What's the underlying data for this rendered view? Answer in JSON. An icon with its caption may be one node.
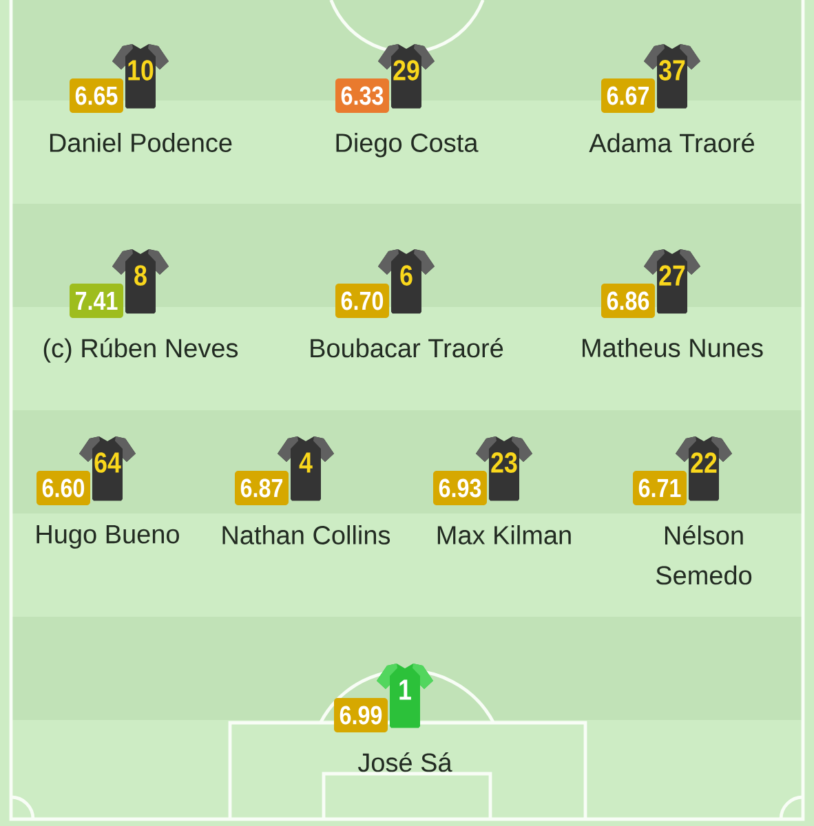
{
  "diagram": {
    "nodes": [
      {
        "text": [
          "10"
        ],
        "beside": [
          "Daniel Podence"
        ]
      },
      {
        "text": [
          "6.65"
        ]
      },
      {
        "text": [
          "29"
        ],
        "beside": [
          "Diego Costa"
        ]
      },
      {
        "text": [
          "6.33"
        ]
      },
      {
        "text": [
          "37"
        ],
        "beside": [
          "Adama Traoré"
        ]
      },
      {
        "text": [
          "6.67"
        ]
      },
      {
        "text": [
          "8"
        ],
        "beside": [
          "(c) Rúben Neves"
        ]
      },
      {
        "text": [
          "7.41"
        ]
      },
      {
        "text": [
          "6"
        ],
        "beside": [
          "Boubacar Traoré"
        ]
      },
      {
        "text": [
          "6.70"
        ]
      },
      {
        "text": [
          "27"
        ],
        "beside": [
          "Matheus Nunes"
        ]
      },
      {
        "text": [
          "6.86"
        ]
      },
      {
        "text": [
          "64"
        ],
        "beside": [
          "Hugo Bueno"
        ]
      },
      {
        "text": [
          "6.60"
        ]
      },
      {
        "text": [
          "4"
        ],
        "beside": [
          "Nathan Collins"
        ]
      },
      {
        "text": [
          "6.87"
        ]
      },
      {
        "text": [
          "23"
        ],
        "beside": [
          "Max Kilman"
        ]
      },
      {
        "text": [
          "6.93"
        ]
      },
      {
        "text": [
          "22"
        ],
        "beside": [
          "Nélson Semedo"
        ]
      },
      {
        "text": [
          "6.71"
        ]
      },
      {
        "text": [
          "1"
        ],
        "beside": [
          "José Sá"
        ]
      },
      {
        "text": [
          "6.99"
        ]
      }
    ]
  }
}
